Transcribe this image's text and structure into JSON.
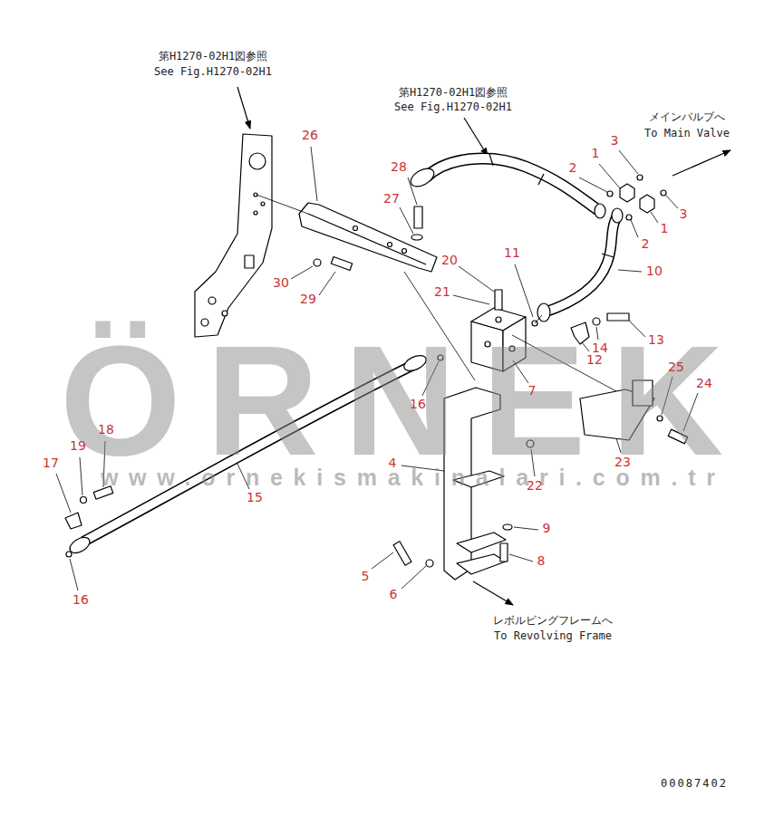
{
  "diagram": {
    "labels": [
      "第H1270-02H1図参照",
      "See Fig.H1270-02H1",
      "第H1270-02H1図参照",
      "See Fig.H1270-02H1",
      "メインバルブへ",
      "To Main Valve",
      "1",
      "3",
      "26",
      "28",
      "2",
      "27",
      "3",
      "1",
      "2",
      "11",
      "20",
      "10",
      "30",
      "21",
      "29",
      "13",
      "14",
      "12",
      "ÖRNEK",
      "25",
      "24",
      "7",
      "16",
      "18",
      "19",
      "23",
      "4",
      "17",
      "www.ornekismakinalari.com.tr",
      "22",
      "15",
      "9",
      "8",
      "5",
      "6",
      "16",
      "レボルビングフレームへ",
      "To Revolving Frame",
      "00087402"
    ]
  }
}
